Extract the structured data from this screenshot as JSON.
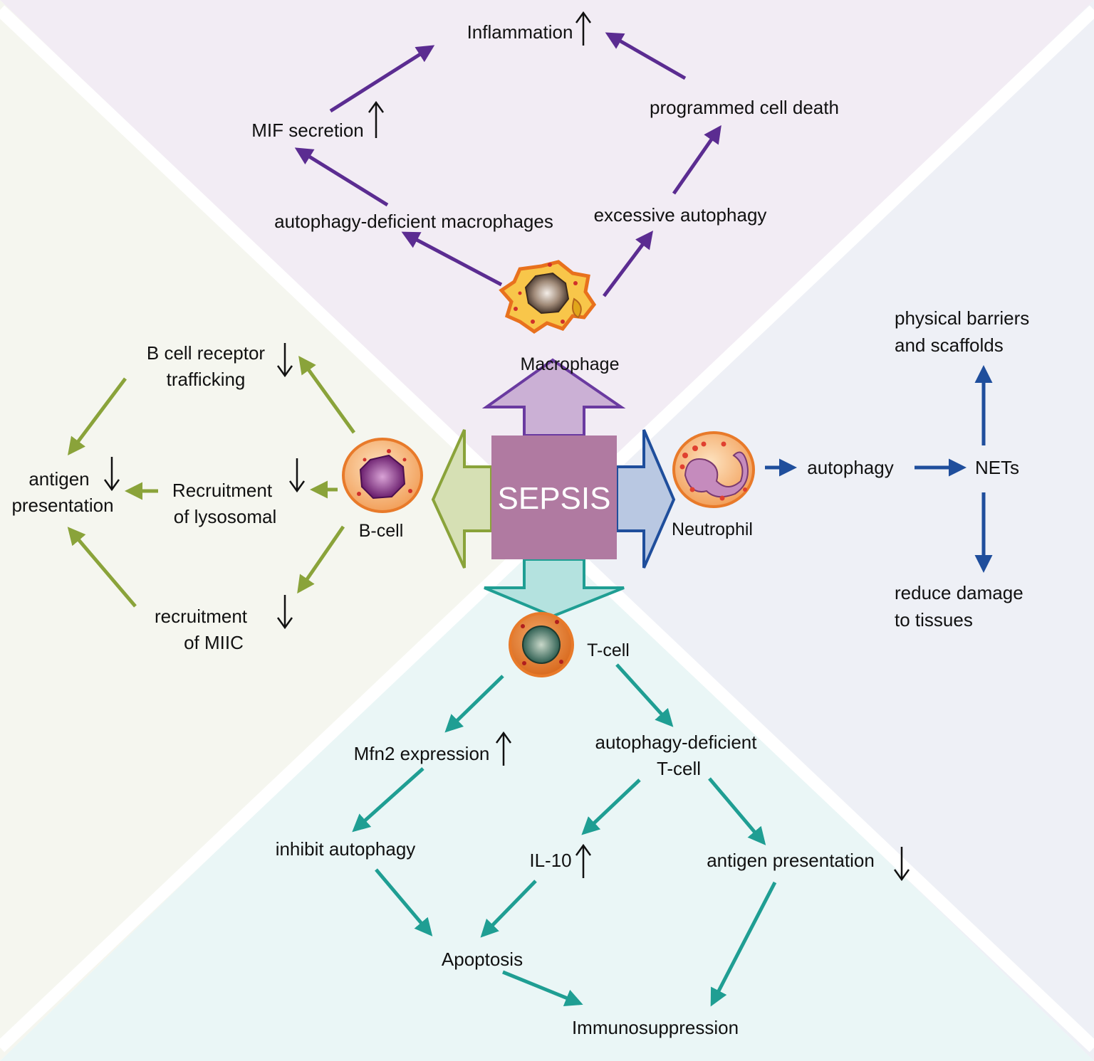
{
  "center": {
    "label": "SEPSIS"
  },
  "colors": {
    "sepsis": "#b07aa1",
    "macrophage": "#5b2c91",
    "bcell": "#8aa33a",
    "neutrophil": "#1f4e9c",
    "tcell": "#1f9e93",
    "bg_top": "#f2ecf4",
    "bg_left": "#f5f6ef",
    "bg_right": "#eef0f6",
    "bg_bottom": "#eaf6f6"
  },
  "macrophage": {
    "cell_label": "Macrophage",
    "autophagy_deficient": "autophagy-deficient macrophages",
    "excessive_autophagy": "excessive autophagy",
    "mif_secretion": "MIF secretion",
    "programmed_cell_death": "programmed cell death",
    "inflammation": "Inflammation"
  },
  "bcell": {
    "cell_label": "B-cell",
    "bcr_line1": "B cell receptor",
    "bcr_line2": "trafficking",
    "recruit_lyso_line1": "Recruitment",
    "recruit_lyso_line2": "of lysosomal",
    "recruit_miic_line1": "recruitment",
    "recruit_miic_line2": "of MIIC",
    "antigen_line1": "antigen",
    "antigen_line2": "presentation"
  },
  "neutrophil": {
    "cell_label": "Neutrophil",
    "autophagy": "autophagy",
    "nets": "NETs",
    "barriers_line1": "physical barriers",
    "barriers_line2": "and scaffolds",
    "reduce_line1": "reduce damage",
    "reduce_line2": "to tissues"
  },
  "tcell": {
    "cell_label": "T-cell",
    "mfn2": "Mfn2 expression",
    "deficient_line1": "autophagy-deficient",
    "deficient_line2": "T-cell",
    "inhibit": "inhibit autophagy",
    "il10": "IL-10",
    "antigen": "antigen presentation",
    "apoptosis": "Apoptosis",
    "immunosuppression": "Immunosuppression"
  }
}
